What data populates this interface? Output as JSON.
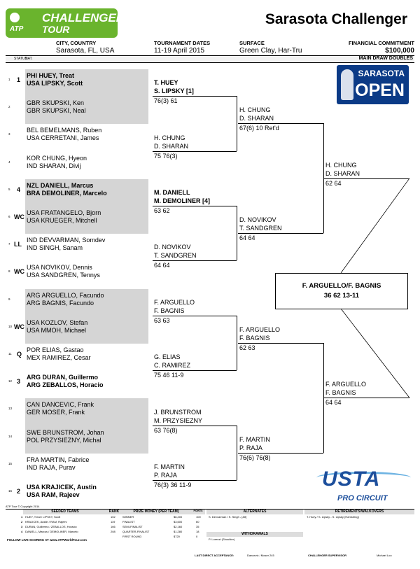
{
  "header": {
    "logo_line1": "CHALLENGER",
    "logo_line2": "TOUR",
    "logo_atp": "ATP",
    "title": "Sarasota Challenger"
  },
  "info": {
    "city_label": "CITY, COUNTRY",
    "city": "Sarasota, FL, USA",
    "dates_label": "TOURNAMENT DATES",
    "dates": "11-19 April 2015",
    "surface_label": "SURFACE",
    "surface": "Green Clay, Har-Tru",
    "financial_label": "FINANCIAL COMMITMENT",
    "financial": "$100,000"
  },
  "bar": {
    "status": "STATUS",
    "nat": "NAT.",
    "draw": "MAIN DRAW DOUBLES"
  },
  "sponsor": {
    "line1": "SARASOTA",
    "line2": "OPEN"
  },
  "draw": [
    {
      "line": "1",
      "seed": "1",
      "bold": true,
      "grey": true,
      "p1": "PHI  HUEY, Treat",
      "p2": "USA LIPSKY, Scott"
    },
    {
      "line": "2",
      "seed": "",
      "bold": false,
      "grey": true,
      "p1": "GBR SKUPSKI, Ken",
      "p2": "GBR SKUPSKI, Neal"
    },
    {
      "line": "3",
      "seed": "",
      "bold": false,
      "grey": false,
      "p1": "BEL  BEMELMANS, Ruben",
      "p2": "USA CERRETANI, James"
    },
    {
      "line": "4",
      "seed": "",
      "bold": false,
      "grey": false,
      "p1": "KOR CHUNG, Hyeon",
      "p2": "IND  SHARAN, Divij"
    },
    {
      "line": "5",
      "seed": "4",
      "bold": true,
      "grey": true,
      "p1": "NZL  DANIELL, Marcus",
      "p2": "BRA DEMOLINER, Marcelo"
    },
    {
      "line": "6",
      "seed": "WC",
      "bold": false,
      "grey": true,
      "p1": "USA FRATANGELO, Bjorn",
      "p2": "USA KRUEGER, Mitchell"
    },
    {
      "line": "7",
      "seed": "LL",
      "bold": false,
      "grey": false,
      "p1": "IND  DEVVARMAN, Somdev",
      "p2": "IND  SINGH, Sanam"
    },
    {
      "line": "8",
      "seed": "WC",
      "bold": false,
      "grey": false,
      "p1": "USA NOVIKOV, Dennis",
      "p2": "USA SANDGREN, Tennys"
    },
    {
      "line": "9",
      "seed": "",
      "bold": false,
      "grey": true,
      "p1": "ARG ARGUELLO, Facundo",
      "p2": "ARG BAGNIS, Facundo"
    },
    {
      "line": "10",
      "seed": "WC",
      "bold": false,
      "grey": true,
      "p1": "USA KOZLOV, Stefan",
      "p2": "USA MMOH, Michael"
    },
    {
      "line": "11",
      "seed": "Q",
      "bold": false,
      "grey": false,
      "p1": "POR ELIAS, Gastao",
      "p2": "MEX RAMIREZ, Cesar"
    },
    {
      "line": "12",
      "seed": "3",
      "bold": true,
      "grey": false,
      "p1": "ARG DURAN, Guillermo",
      "p2": "ARG ZEBALLOS, Horacio"
    },
    {
      "line": "13",
      "seed": "",
      "bold": false,
      "grey": true,
      "p1": "CAN DANCEVIC, Frank",
      "p2": "GER MOSER, Frank"
    },
    {
      "line": "14",
      "seed": "",
      "bold": false,
      "grey": true,
      "p1": "SWE BRUNSTROM, Johan",
      "p2": "POL PRZYSIEZNY, Michal"
    },
    {
      "line": "15",
      "seed": "",
      "bold": false,
      "grey": false,
      "p1": "FRA MARTIN, Fabrice",
      "p2": "IND  RAJA, Purav"
    },
    {
      "line": "16",
      "seed": "2",
      "bold": true,
      "grey": false,
      "p1": "USA KRAJICEK, Austin",
      "p2": "USA RAM, Rajeev"
    }
  ],
  "r2": [
    {
      "a": "T. HUEY",
      "b": "S. LIPSKY [1]",
      "score": "76(3) 61",
      "bold": true
    },
    {
      "a": "H. CHUNG",
      "b": "D. SHARAN",
      "score": "75 76(3)",
      "bold": false
    },
    {
      "a": "M. DANIELL",
      "b": "M. DEMOLINER [4]",
      "score": "63 62",
      "bold": true
    },
    {
      "a": "D. NOVIKOV",
      "b": "T. SANDGREN",
      "score": "64 64",
      "bold": false
    },
    {
      "a": "F. ARGUELLO",
      "b": "F. BAGNIS",
      "score": "63 63",
      "bold": false
    },
    {
      "a": "G. ELIAS",
      "b": "C. RAMIREZ",
      "score": "75 46 11-9",
      "bold": false
    },
    {
      "a": "J. BRUNSTROM",
      "b": "M. PRZYSIEZNY",
      "score": "63 76(8)",
      "bold": false
    },
    {
      "a": "F. MARTIN",
      "b": "P. RAJA",
      "score": "76(3) 36 11-9",
      "bold": false
    }
  ],
  "qf": [
    {
      "a": "H. CHUNG",
      "b": "D. SHARAN",
      "score": "67(6) 10 Ret'd"
    },
    {
      "a": "D. NOVIKOV",
      "b": "T. SANDGREN",
      "score": "64 64"
    },
    {
      "a": "F. ARGUELLO",
      "b": "F. BAGNIS",
      "score": "62 63"
    },
    {
      "a": "F. MARTIN",
      "b": "P. RAJA",
      "score": "76(6) 76(8)"
    }
  ],
  "sf": [
    {
      "a": "H. CHUNG",
      "b": "D. SHARAN",
      "score": "62 64"
    },
    {
      "a": "F. ARGUELLO",
      "b": "F. BAGNIS",
      "score": "64 64"
    }
  ],
  "champion": {
    "names": "F. ARGUELLO/F. BAGNIS",
    "score": "36 62 13-11"
  },
  "usta": {
    "line1": "USTA",
    "line2": "PRO CIRCUIT"
  },
  "footer": {
    "atp_tour": "ATP Tour © Copyright 2014",
    "seeded_hdr": "SEEDED TEAMS",
    "rank_hdr": "RANK",
    "prize_hdr": "PRIZE MONEY (PER TEAM)",
    "points_hdr": "POINTS",
    "alternates_hdr": "ALTERNATES",
    "retire_hdr": "RETIREMENTS/WALKOVERS",
    "withdrawals_hdr": "WITHDRAWALS",
    "seeds": [
      {
        "n": "1",
        "name": "HUEY, Treat / LIPSKY, Scott",
        "rank": "102"
      },
      {
        "n": "2",
        "name": "KRAJICEK, Austin / RAM, Rajeev",
        "rank": "119"
      },
      {
        "n": "3",
        "name": "DURAN, Guillermo / ZEBALLOS, Horacio",
        "rank": "166"
      },
      {
        "n": "4",
        "name": "DANIELL, Marcus / DEMOLINER, Marcelo",
        "rank": "208"
      }
    ],
    "prizes": [
      {
        "round": "WINNER",
        "amount": "$6,200",
        "points": "100"
      },
      {
        "round": "FINALIST",
        "amount": "$3,600",
        "points": "60"
      },
      {
        "round": "SEMI-FINALIST",
        "amount": "$2,160",
        "points": "35"
      },
      {
        "round": "QUARTER-FINALIST",
        "amount": "$1,280",
        "points": "18"
      },
      {
        "round": "FIRST ROUND",
        "amount": "$720",
        "points": "0"
      }
    ],
    "follow": "FOLLOW LIVE SCORING AT www.ATPWorldTour.com",
    "alternate": "S. Devvarman / S. Singh - [Alt]",
    "withdrawal": "P. Lorenzi (Shoulder)",
    "retirement": "T. Huey / S. Lipsky - S. Lipsky (Hamstring)",
    "last_direct_label": "LAST DIRECT ACCEPTANCE:",
    "last_direct": "Dancevic / Moser 245",
    "supervisor_label": "CHALLENGER SUPERVISOR",
    "supervisor": "Michael Loo"
  }
}
